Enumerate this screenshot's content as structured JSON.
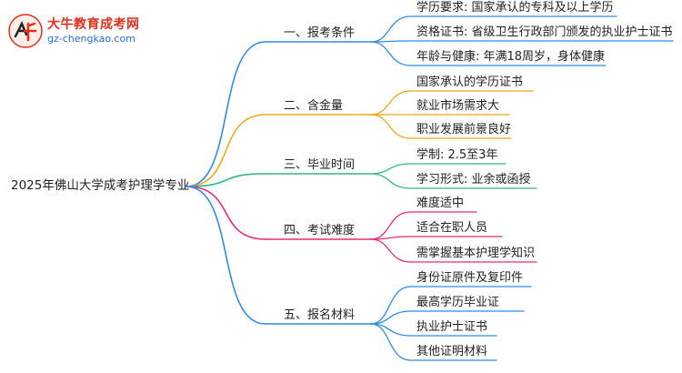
{
  "logo": {
    "name": "大牛教育成考网",
    "url": "gz-chengkao.com"
  },
  "root": "2025年佛山大学成考护理学专业",
  "branches": [
    {
      "label": "一、报考条件",
      "color": "#2f8ce6",
      "children": [
        "学历要求: 国家承认的专科及以上学历",
        "资格证书: 省级卫生行政部门颁发的执业护士证书",
        "年龄与健康: 年满18周岁，身体健康"
      ]
    },
    {
      "label": "二、含金量",
      "color": "#f0a818",
      "children": [
        "国家承认的学历证书",
        "就业市场需求大",
        "职业发展前景良好"
      ]
    },
    {
      "label": "三、毕业时间",
      "color": "#2fb58c",
      "children": [
        "学制: 2.5至3年",
        "学习形式: 业余或函授"
      ]
    },
    {
      "label": "四、考试难度",
      "color": "#e8297a",
      "children": [
        "难度适中",
        "适合在职人员",
        "需掌握基本护理学知识"
      ]
    },
    {
      "label": "五、报名材料",
      "color": "#2f8ce6",
      "children": [
        "身份证原件及复印件",
        "最高学历毕业证",
        "执业护士证书",
        "其他证明材料"
      ]
    }
  ]
}
